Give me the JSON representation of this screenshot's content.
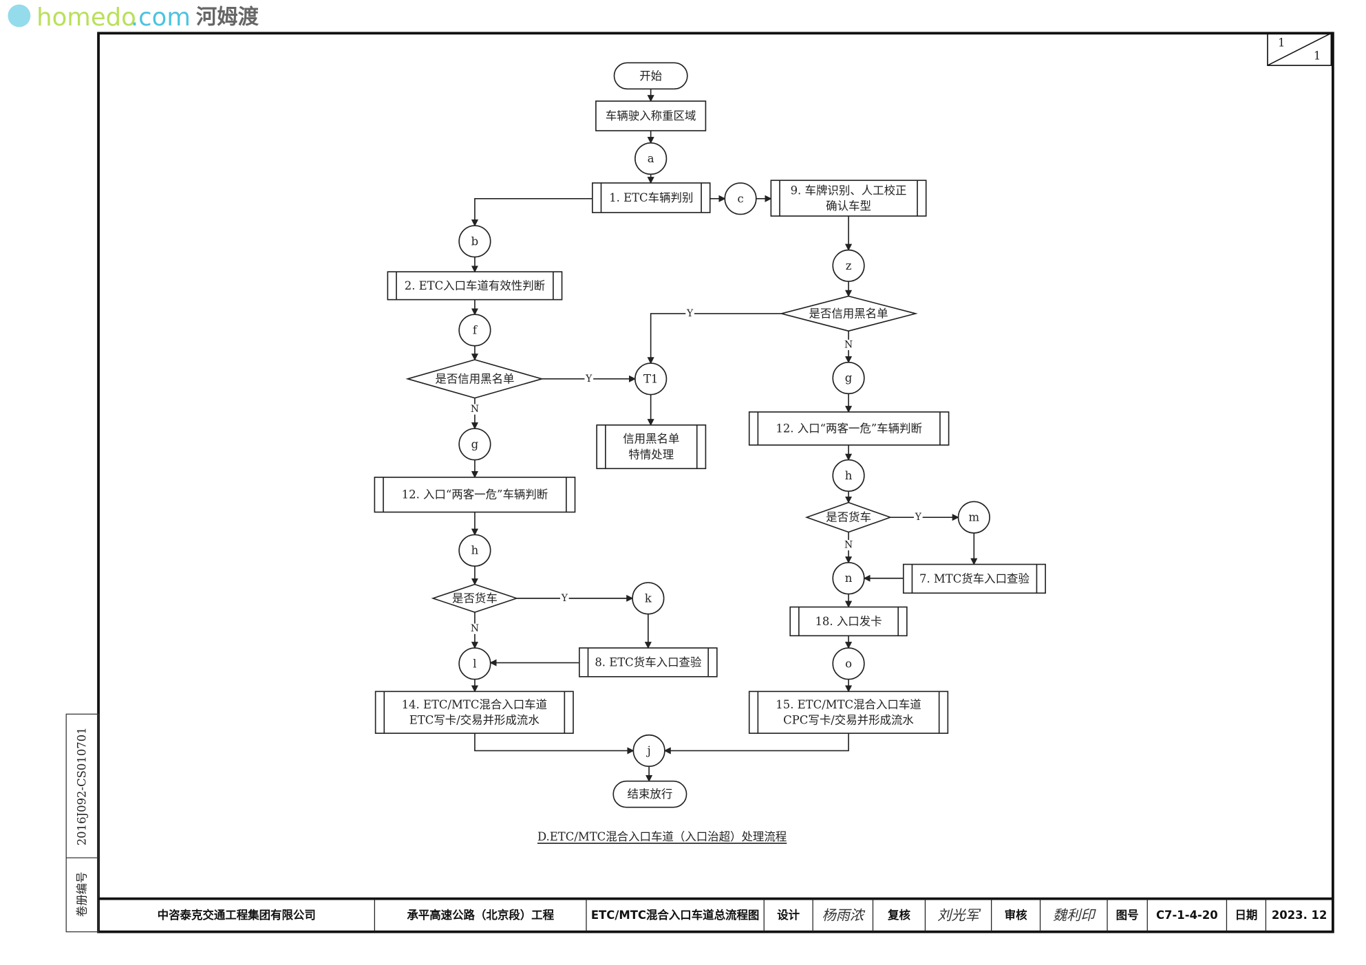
{
  "page_number": {
    "current": "1",
    "total": "1"
  },
  "nodes": {
    "start": "开始",
    "enter": "车辆驶入称重区域",
    "a": "a",
    "n1": "1. ETC车辆判别",
    "c": "c",
    "n9_l1": "9. 车牌识别、人工校正",
    "n9_l2": "确认车型",
    "b": "b",
    "n2": "2. ETC入口车道有效性判断",
    "z": "z",
    "d_black_r": "是否信用黑名单",
    "f": "f",
    "d_black_l": "是否信用黑名单",
    "t1": "T1",
    "black_l1": "信用黑名单",
    "black_l2": "特情处理",
    "g_r": "g",
    "n12_r": "12. 入口“两客一危”车辆判断",
    "g_l": "g",
    "n12_l": "12. 入口“两客一危”车辆判断",
    "h_r": "h",
    "d_truck_r": "是否货车",
    "m": "m",
    "n": "n",
    "n7": "7. MTC货车入口查验",
    "n18": "18. 入口发卡",
    "o": "o",
    "n15_l1": "15. ETC/MTC混合入口车道",
    "n15_l2": "CPC写卡/交易并形成流水",
    "h_l": "h",
    "d_truck_l": "是否货车",
    "k": "k",
    "l": "l",
    "n8": "8. ETC货车入口查验",
    "n14_l1": "14. ETC/MTC混合入口车道",
    "n14_l2": "ETC写卡/交易并形成流水",
    "j": "j",
    "end": "结束放行"
  },
  "edge_labels": {
    "yes": "Y",
    "no": "N"
  },
  "caption": "D.ETC/MTC混合入口车道（入口治超）处理流程",
  "side_strip": {
    "label": "卷册编号",
    "code": "2016J092-CS010701"
  },
  "title_block": {
    "company": "中咨泰克交通工程集团有限公司",
    "project": "承平高速公路（北京段）工程",
    "drawing_title": "ETC/MTC混合入口车道总流程图",
    "design_label": "设计",
    "design_sign": "杨雨浓",
    "review_label": "复核",
    "review_sign": "刘光军",
    "audit_label": "审核",
    "audit_sign": "魏利印",
    "drawing_no_label": "图号",
    "drawing_no": "C7-1-4-20",
    "date_label": "日期",
    "date": "2023. 12"
  },
  "watermark": {
    "text_a": "homedo",
    "text_b": ".com",
    "text_c": "河姆渡"
  }
}
